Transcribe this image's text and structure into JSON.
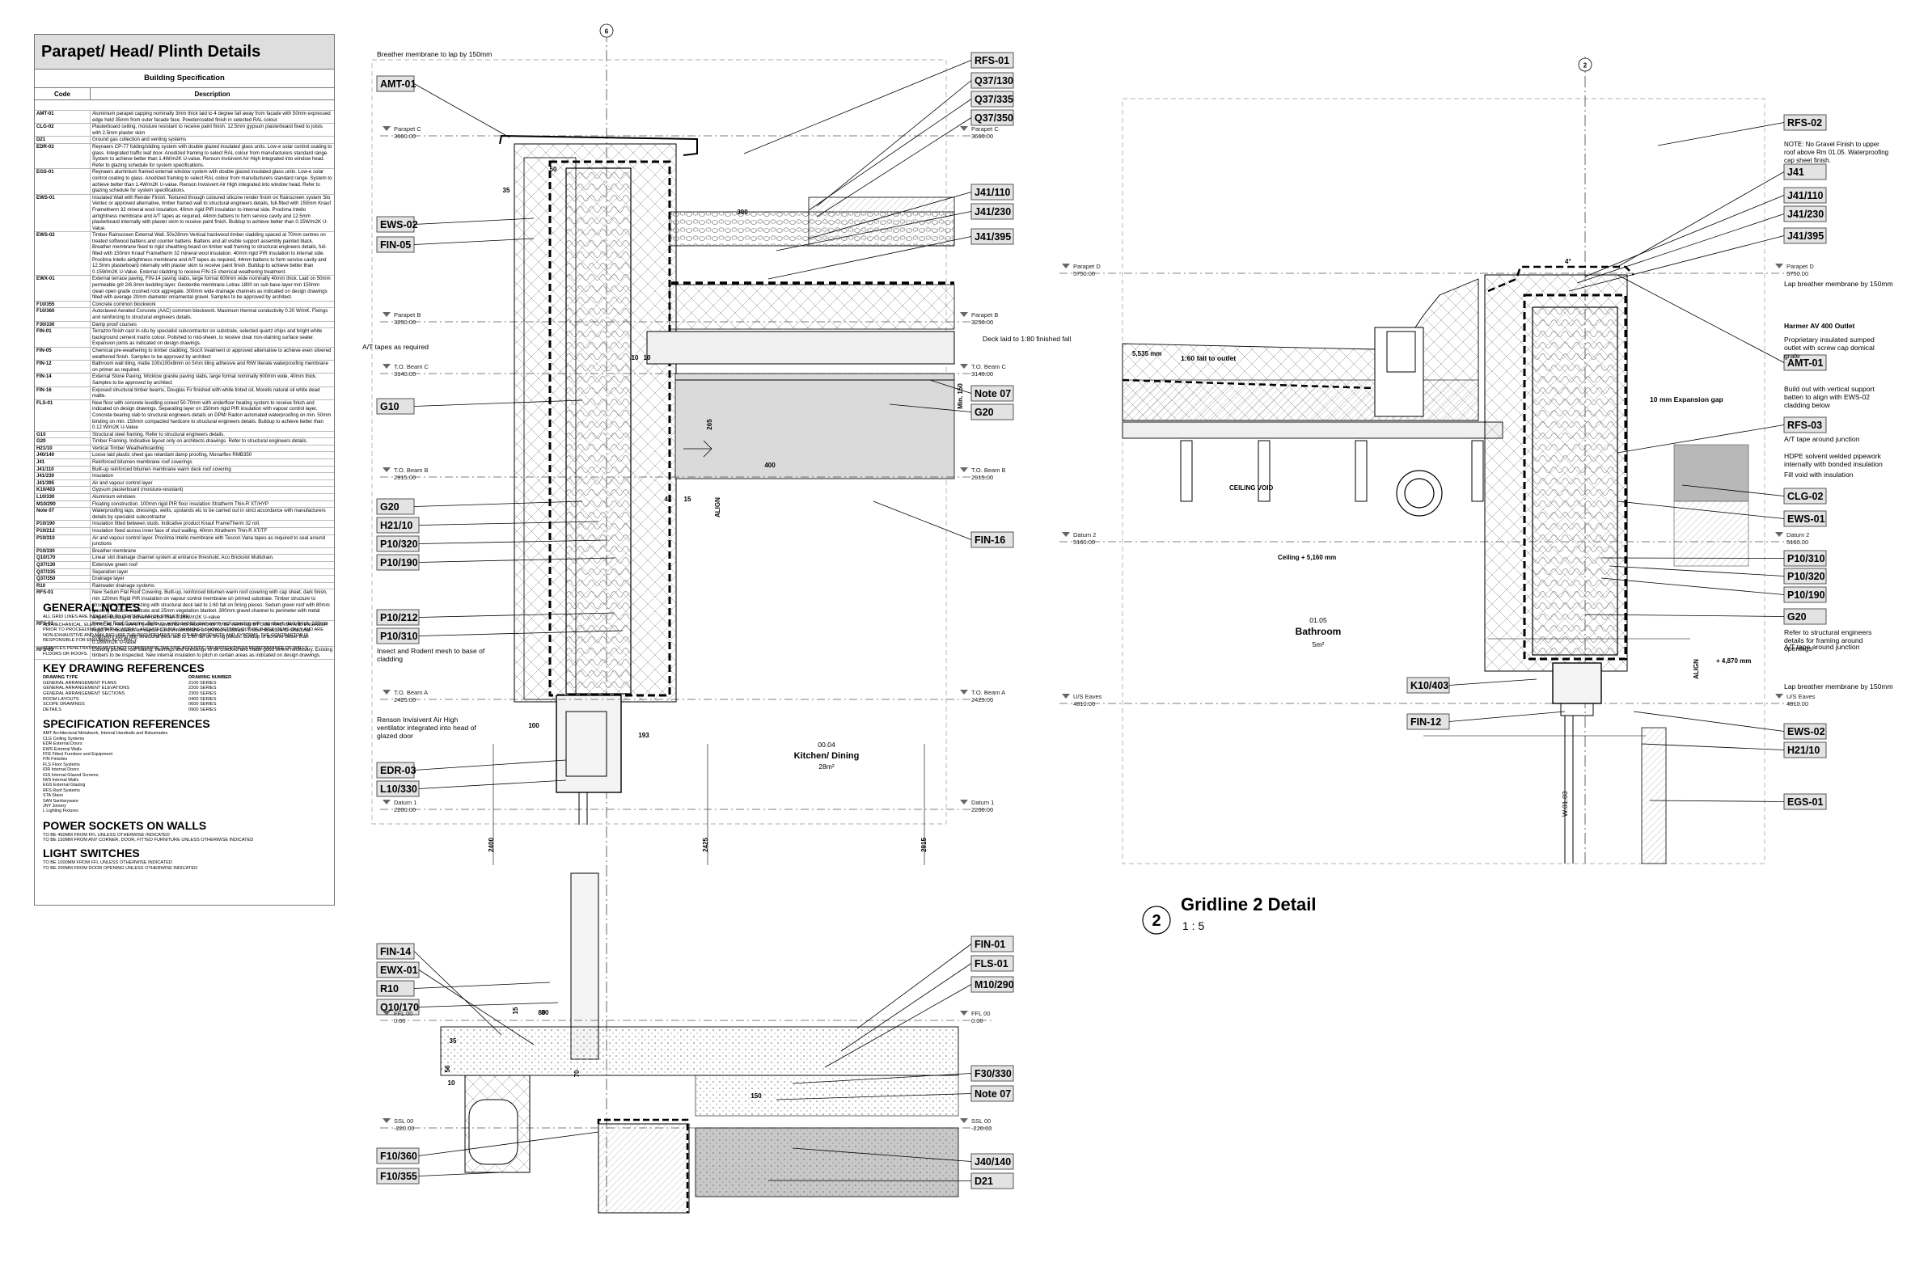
{
  "spec_panel": {
    "title": "Parapet/ Head/ Plinth Details",
    "subtitle": "Building Specification",
    "col_code": "Code",
    "col_desc": "Description",
    "rows": [
      {
        "code": "AMT-01",
        "desc": "Aluminium parapet capping nominally 3mm thick laid to 4 degree fall away from facade with 50mm expressed edge held 35mm from outer facade face. Powdercoated finish in selected RAL colour."
      },
      {
        "code": "CLG-02",
        "desc": "Plasterboard ceiling, moisture resistant to receive paint finish. 12.5mm gypsum plasterboard fixed to joists with 2.5mm plaster skim"
      },
      {
        "code": "D21",
        "desc": "Ground gas collection and venting systems"
      },
      {
        "code": "EDR-03",
        "desc": "Reynaers CP-77 folding/sliding system with double glazed insulated glass units. Low-e solar control coating to glass. Integrated traffic leaf door. Anodized framing to select RAL colour from manufacturers standard range. System to achieve better than 1.4W/m2K U-value. Renson Invisivent Air High integrated into window head. Refer to glazing schedule for system specifications."
      },
      {
        "code": "EGS-01",
        "desc": "Reynaers aluminium framed external window system with double glazed insulated glass units. Low-e solar control coating to glass. Anodized framing to select RAL colour from manufacturers standard range. System to achieve better than 1.4W/m2K U-value. Renson Invisivent Air High integrated into window head. Refer to glazing schedule for system specifications."
      },
      {
        "code": "EWS-01",
        "desc": "Insulated Wall with Render Finish. Textured through coloured silicone render finish on Rainscreen system Sto Ventec or approved alternative, timber framed wall to structural engineers details, full-filled with 150mm Knauf Frametherm 32 mineral wool insulation. 40mm rigid PIR insulation to internal side. Proclima Intello airtightness membrane and A/T tapes as required, 44mm battens to form service cavity and 12.5mm plasterboard internally with plaster skim to receive paint finish. Buildup to achieve better than 0.15W/m2K U-Value."
      },
      {
        "code": "EWS-02",
        "desc": "Timber Rainscreen External Wall. 50x28mm Vertical hardwood timber cladding spaced at 70mm centres on treated softwood battens and counter battens. Battens and all visible support assembly painted black. Breather membrane fixed to rigid sheathing board on timber wall framing to structural engineers details, full-filled with 150mm Knauf Frametherm 32 mineral wool insulation. 40mm rigid PIR insulation to internal side. Proclima Intello airtightness membrane and A/T tapes as required, 44mm battens to form service cavity and 12.5mm plasterboard internally with plaster skim to receive paint finish. Buildup to achieve better than 0.15W/m2K U-Value. External cladding to receive FIN-15 chemical weathering treatment."
      },
      {
        "code": "EWX-01",
        "desc": "External terrace paving, FIN-14 paving slabs, large format 600mm wide nominally 40mm thick. Laid on 50mm permeable grit 2/6.3mm bedding layer. Geotextile membrane Lotrax 1800 on sub base layer min 150mm clean open grade crushed rock aggregate. 300mm wide drainage channels as indicated on design drawings filled with average 20mm diameter ornamental gravel. Samples to be approved by architect."
      },
      {
        "code": "F10/355",
        "desc": "Concrete common blockwork"
      },
      {
        "code": "F10/360",
        "desc": "Autoclaved Aerated Concrete (AAC) common blockwork. Maximum thermal conductivity 0.20 W/mK. Fixings and reinforcing to structural engineers details."
      },
      {
        "code": "F30/330",
        "desc": "Damp proof courses"
      },
      {
        "code": "FIN-01",
        "desc": "Terrazzo finish cast in-situ by specialist subcontractor on substrate, selected quartz chips and bright white background cement matrix colour. Polished to mid-sheen, to receive clear non-staining surface sealer. Expansion joints as indicated on design drawings."
      },
      {
        "code": "FIN-05",
        "desc": "Chemical pre-weathering to timber cladding, SiocX treatment or approved alternative to achieve even silvered weathered finish. Samples to be approved by architect"
      },
      {
        "code": "FIN-12",
        "desc": "Bathroom wall tiling, matte 100x100x8mm on 5mm tiling adhesive and RIW literate waterproofing membrane on primer as required."
      },
      {
        "code": "FIN-14",
        "desc": "External Stone Paving, Wicklow granite paving slabs, large format nominally 600mm wide, 40mm thick. Samples to be approved by architect"
      },
      {
        "code": "FIN-16",
        "desc": "Exposed structural timber beams, Douglas Fir finished with white tinted oil, Morells natural oil white dead matte."
      },
      {
        "code": "FLS-01",
        "desc": "New floor with concrete levelling screed 50-70mm with underfloor heating system to receive finish and indicated on design drawings. Separating layer on 150mm rigid PIR insulation with vapour control layer, Concrete bearing slab to structural engineers details on DPM/ Radon automated waterproofing on min. 50mm binding on min. 150mm compacted hardcore to structural engineers details. Buildup to achieve better than 0.12 W/m2K U-Value"
      },
      {
        "code": "G10",
        "desc": "Structural steel framing. Refer to structural engineers details."
      },
      {
        "code": "G20",
        "desc": "Timber Framing. Indicative layout only on architects drawings. Refer to structural engineers details."
      },
      {
        "code": "H21/10",
        "desc": "Vertical Timber Weatherboarding"
      },
      {
        "code": "J40/140",
        "desc": "Loose laid plastic sheet gas retardant damp proofing, Monarflex RMB350"
      },
      {
        "code": "J41",
        "desc": "Reinforced bitumen membrane roof coverings"
      },
      {
        "code": "J41/110",
        "desc": "Built-up reinforced bitumen membrane warm deck roof covering"
      },
      {
        "code": "J41/230",
        "desc": "Insulation"
      },
      {
        "code": "J41/395",
        "desc": "Air and vapour control layer"
      },
      {
        "code": "K10/403",
        "desc": "Gypsum plasterboard (moisture-resistant)"
      },
      {
        "code": "L10/330",
        "desc": "Aluminium windows"
      },
      {
        "code": "M10/290",
        "desc": "Floating construction. 100mm rigid PIR floor insulation Xtratherm Thin-R XT/HYP"
      },
      {
        "code": "Note 07",
        "desc": "Waterproofing laps, dressings, welts, upstands etc to be carried out in strict accordance with manufacturers details by specialist subcontractor"
      },
      {
        "code": "P10/190",
        "desc": "Insulation fitted between studs. Indicative product Knauf FrameTherm 32 roll."
      },
      {
        "code": "P10/212",
        "desc": "Insulation fixed across inner face of stud walling. 40mm Xtratherm Thin-R XT/TF"
      },
      {
        "code": "P10/310",
        "desc": "Air and vapour control layer. Proclima Intello membrane with Tescon Vana tapes as required to seal around junctions"
      },
      {
        "code": "P10/330",
        "desc": "Breather membrane"
      },
      {
        "code": "Q10/170",
        "desc": "Linear slot drainage channel system at entrance threshold. Aco Brickslot Multidrain."
      },
      {
        "code": "Q37/130",
        "desc": "Extensive green roof"
      },
      {
        "code": "Q37/335",
        "desc": "Separation layer"
      },
      {
        "code": "Q37/350",
        "desc": "Drainage layer"
      },
      {
        "code": "R10",
        "desc": "Rainwater drainage systems"
      },
      {
        "code": "RFS-01",
        "desc": "New Sedum Flat Roof Covering. Built-up, reinforced bitumen warm roof covering with cap sheet, dark finish, min 120mm Rigid PIR insulation on vapour control membrane on primed substrate. Timber structure to structural engineers sizing with structural deck laid to 1:60 fall on firring pieces. Sedum green roof with 80mm growing medium substrate and 25mm vegetation blanket. 300mm gravel channel to perimeter with metal angles. Buildup to achieve better than 0.18W/m2K U-value"
      },
      {
        "code": "RFS-02",
        "desc": "New Flat Roof Covering. Built-up, reinforced bitumen warm roof covering with cap sheet, dark finish. 120mm Rigid PIR insulation on vapour control membrane on primed substrate. Timber structure to structural engineers sizing with structural deck laid to 1:60 fall on firring pieces. Buildup to achieve better than 0.18W/m2K U-value"
      },
      {
        "code": "RFS-03",
        "desc": "Existing pitched roof slating, flashings and dressings to be checked and made good where necessary. Existing timbers to be inspected. New internal insulation to pitch in certain areas as indicated on design drawings."
      }
    ]
  },
  "general_notes": {
    "heading": "GENERAL NOTES",
    "lines": [
      "ALL GRID LINES ARE INDICATED TO CENTRE LINE OF STRUCTURE.",
      "ALL MECHANICAL, ELECTRICAL, FIRE SAFETY AND PLUMBING INSTALLATIONS TO BE VERIFIED BY CONTRACTOR AND ENGINEER PRIOR TO PROCEEDING WITH THE WORKS. ARCHITECTURAL DRAWINGS SHOW SETTING OUT OF THESE ITEMS ONLY AND ARE NON-EXHAUSTIVE AND MAY INCLUDE THE REQUIREMENT FOR OTHER PRODUCTS AND SYSTEMS. THE CONTRACTOR IS RESPONSIBLE FOR ENSURING ACCURACY.",
      "SERVICES PENETRATIONS MUST NOT COMPROMISE THE FIRE ACOUSTIC OR AIRTIGHTNESS PERFORMANCE OF WALLS FLOORS OR ROOFS."
    ]
  },
  "key_drawings": {
    "heading": "KEY DRAWING REFERENCES",
    "col1": "DRAWING TYPE",
    "col2": "DRAWING NUMBER",
    "rows": [
      [
        "GENERAL ARRANGEMENT PLANS",
        "2100 SERIES"
      ],
      [
        "GENERAL ARRANGEMENT ELEVATIONS",
        "2200 SERIES"
      ],
      [
        "GENERAL ARRANGEMENT SECTIONS",
        "2300 SERIES"
      ],
      [
        "ROOM LAYOUTS",
        "0400 SERIES"
      ],
      [
        "SCOPE DRAWINGS",
        "0600 SERIES"
      ],
      [
        "DETAILS",
        "0900 SERIES"
      ]
    ]
  },
  "spec_refs": {
    "heading": "SPECIFICATION REFERENCES",
    "rows": [
      "AMT Architectural Metalwork, Internal Handrails and Balustrades",
      "CLG Ceiling Systems",
      "EDR External Doors",
      "EWS External Walls",
      "FFE Fitted Furniture and Equipment",
      "FIN Finishes",
      "FLS Floor Systems",
      "IDR Internal Doors",
      "IGS Internal Glazed Screens",
      "IWS Internal Walls",
      "EGS External Glazing",
      "RFS Roof Systems",
      "STA Stairs",
      "SAN Sanitaryware",
      "JNY Joinery",
      "L Lighting Fixtures"
    ]
  },
  "power": {
    "heading": "POWER SOCKETS ON WALLS",
    "lines": [
      "TO BE 450mm FROM FFL UNLESS OTHERWISE INDICATED",
      "TO BE 150mm FROM ANY CORNER, DOOR, FITTED FURNITURE UNLESS OTHERWISE INDICATED"
    ]
  },
  "switches": {
    "heading": "LIGHT SWITCHES",
    "lines": [
      "TO BE 1000mm FROM FFL UNLESS OTHERWISE INDICATED",
      "TO BE 200mm FROM DOOR OPENING UNLESS OTHERWISE INDICATED"
    ]
  },
  "detail1": {
    "grid": "6",
    "tags_left": [
      "AMT-01",
      "EWS-02",
      "FIN-05",
      "G10",
      "G20",
      "H21/10",
      "P10/320",
      "P10/190",
      "P10/212",
      "P10/310",
      "EDR-03",
      "L10/330",
      "FIN-14",
      "EWX-01",
      "R10",
      "Q10/170",
      "F10/360",
      "F10/355"
    ],
    "tags_right": [
      "RFS-01",
      "Q37/130",
      "Q37/335",
      "Q37/350",
      "J41/110",
      "J41/230",
      "J41/395",
      "Note 07",
      "G20",
      "FIN-16",
      "FIN-01",
      "FLS-01",
      "M10/290",
      "F30/330",
      "Note 07",
      "J40/140",
      "D21"
    ],
    "notes": {
      "breather": "Breather membrane to lap by 150mm",
      "at_tapes": "A/T tapes as required",
      "insect": "Insect and Rodent mesh to base of cladding",
      "renson": "Renson Invisivent Air High ventilator integrated into head of glazed door",
      "deck": "Deck laid to 1:80 finished fall",
      "align": "ALIGN",
      "room_no": "00.04",
      "room_name": "Kitchen/ Dining",
      "room_area": "28m²"
    },
    "levels": [
      {
        "name": "Parapet C",
        "value": "3660.00"
      },
      {
        "name": "Parapet B",
        "value": "3250.00"
      },
      {
        "name": "T.O. Beam C",
        "value": "3140.00"
      },
      {
        "name": "T.O. Beam B",
        "value": "2915.00"
      },
      {
        "name": "T.O. Beam A",
        "value": "2425.00"
      },
      {
        "name": "Datum 1",
        "value": "2200.00"
      },
      {
        "name": "FFL 00",
        "value": "0.00"
      },
      {
        "name": "SSL 00",
        "value": "-220.00"
      }
    ],
    "dims": [
      "35",
      "50",
      "300",
      "10",
      "400",
      "44",
      "15",
      "100",
      "193",
      "80",
      "2400",
      "2425",
      "2915",
      "35",
      "15",
      "80",
      "70",
      "150",
      "56",
      "10",
      "Min. 150",
      "265",
      "10"
    ]
  },
  "detail2": {
    "grid": "2",
    "tags": [
      "RFS-02",
      "J41",
      "J41/110",
      "J41/230",
      "J41/395",
      "AMT-01",
      "RFS-03",
      "CLG-02",
      "EWS-01",
      "P10/310",
      "P10/320",
      "P10/190",
      "G20",
      "K10/403",
      "FIN-12",
      "EWS-02",
      "H21/10",
      "EGS-01"
    ],
    "notes": {
      "rfs02": "NOTE: No Gravel Finish to upper roof above Rm 01.05. Waterproofing cap sheet finish.",
      "lap": "Lap breather membrane by 150mm",
      "harmer": "Harmer AV 400 Outlet",
      "proprietary": "Proprietary insulated sumped outlet with screw cap domical grate",
      "buildout": "Build out with vertical support batten to align with EWS-02 cladding below",
      "expansion": "10 mm Expansion gap",
      "at_tape": "A/T tape around junction",
      "hdpe": "HDPE solvent welded pipework internally with bonded insulation",
      "fillvoid": "Fill void with insulation",
      "refer": "Refer to structural engineers details for framing around openings",
      "at_tape2": "A/T tape around junction",
      "lap2": "Lap breather membrane by 150mm",
      "fall": "1:60 fall to outlet",
      "ceiling_void": "CEILING VOID",
      "ceiling": "Ceiling + 5,160 mm",
      "plus4870": "+ 4,870 mm",
      "w0103": "W.01.03",
      "dist": "5,535 mm",
      "room_no": "01.05",
      "room_name": "Bathroom",
      "room_area": "5m²",
      "align": "ALIGN",
      "angle": "4°"
    },
    "levels": [
      {
        "name": "Parapet D",
        "value": "5750.00"
      },
      {
        "name": "Datum 2",
        "value": "5160.00"
      },
      {
        "name": "U/S Eaves",
        "value": "4810.00"
      }
    ],
    "title_no": "2",
    "title": "Gridline 2 Detail",
    "scale": "1 : 5"
  },
  "colors": {
    "tag_fill": "#e3e3e3",
    "hatch": "#888888",
    "line": "#000000",
    "fill_dark": "#b8b8b8"
  }
}
